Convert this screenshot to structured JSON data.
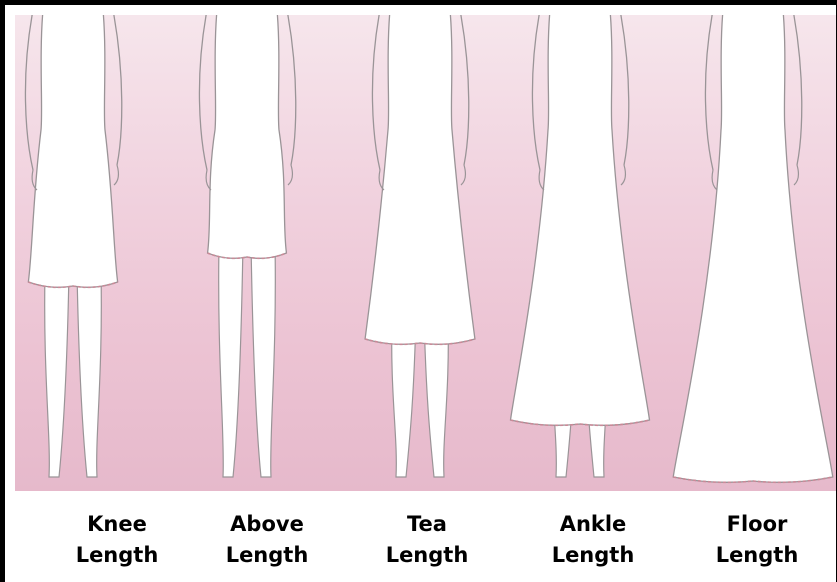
{
  "colors": {
    "panel_top": "#f6e6ec",
    "panel_bottom": "#e6b9cb",
    "figure_fill": "#ffffff",
    "figure_outline": "#9a9497",
    "hem_accent": "#c98a98",
    "label_text": "#000000",
    "border": "#000000"
  },
  "figures": [
    {
      "id": "knee",
      "line1": "Knee",
      "line2": "Length",
      "hem_fraction": 0.56
    },
    {
      "id": "above",
      "line1": "Above",
      "line2": "Length",
      "hem_fraction": 0.5
    },
    {
      "id": "tea",
      "line1": "Tea",
      "line2": "Length",
      "hem_fraction": 0.68
    },
    {
      "id": "ankle",
      "line1": "Ankle",
      "line2": "Length",
      "hem_fraction": 0.85
    },
    {
      "id": "floor",
      "line1": "Floor",
      "line2": "Length",
      "hem_fraction": 0.97
    }
  ]
}
